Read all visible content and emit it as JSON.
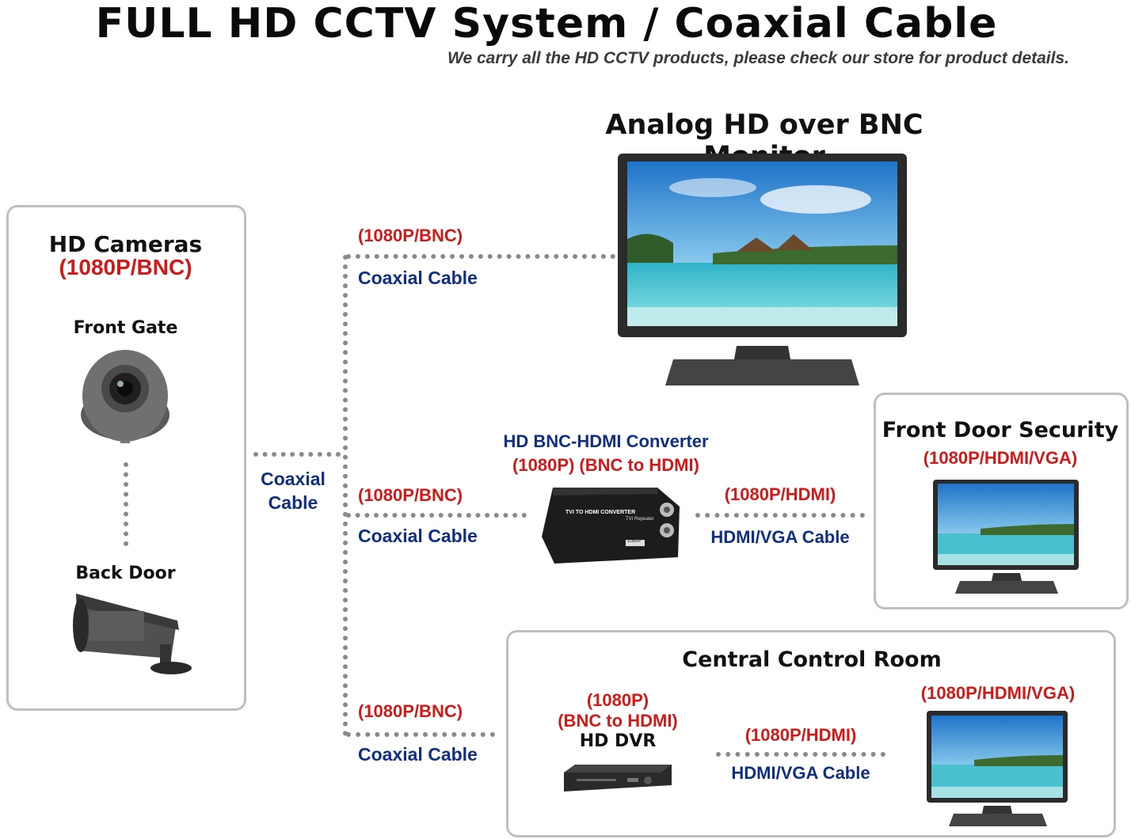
{
  "header": {
    "title": "FULL HD CCTV System / Coaxial Cable",
    "subtitle": "We carry all the HD CCTV products, please check our store for product details."
  },
  "monitor_top": {
    "title": "Analog HD over BNC Monitor"
  },
  "cameras_panel": {
    "title": "HD Cameras",
    "spec": "(1080P/BNC)",
    "camera_1": "Front Gate",
    "camera_2": "Back Door"
  },
  "main_link": {
    "label_line1": "Coaxial",
    "label_line2": "Cable"
  },
  "branch_top": {
    "spec": "(1080P/BNC)",
    "cable": "Coaxial Cable"
  },
  "branch_mid": {
    "spec": "(1080P/BNC)",
    "cable": "Coaxial Cable"
  },
  "branch_bottom": {
    "spec": "(1080P/BNC)",
    "cable": "Coaxial Cable"
  },
  "converter": {
    "title": "HD BNC-HDMI Converter",
    "spec": "(1080P) (BNC to HDMI)",
    "device_text": "TVI TO HDMI CONVERTER",
    "device_subtext": "TVI Repeater",
    "device_badge": "1080P",
    "out_spec": "(1080P/HDMI)",
    "out_cable": "HDMI/VGA Cable"
  },
  "front_door_panel": {
    "title": "Front Door Security",
    "spec": "(1080P/HDMI/VGA)"
  },
  "control_room_panel": {
    "title": "Central Control Room",
    "dvr_spec_1": "(1080P)",
    "dvr_spec_2": "(BNC to HDMI)",
    "dvr_name": "HD DVR",
    "link_spec": "(1080P/HDMI)",
    "link_cable": "HDMI/VGA Cable",
    "monitor_spec": "(1080P/HDMI/VGA)"
  },
  "colors": {
    "red": "#d01a1a",
    "blue": "#102f80",
    "dots": "#8a8a8a",
    "panel_border": "#bfbfbf"
  }
}
